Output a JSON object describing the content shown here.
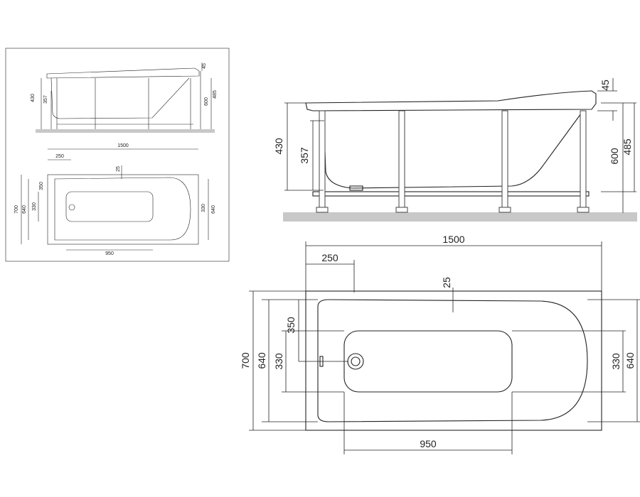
{
  "dimensions": {
    "top_length": "45",
    "bath_height": "430",
    "inner_depth": "357",
    "overall_height": "600",
    "top_to_floor": "485",
    "length": "1500",
    "headrest": "250",
    "slope": "25",
    "width": "700",
    "rim_width": "640",
    "offset": "350",
    "inner_width": "330",
    "inner_length": "950"
  },
  "colors": {
    "line": "#222222",
    "floor": "#c8c8c8",
    "background": "#ffffff"
  }
}
